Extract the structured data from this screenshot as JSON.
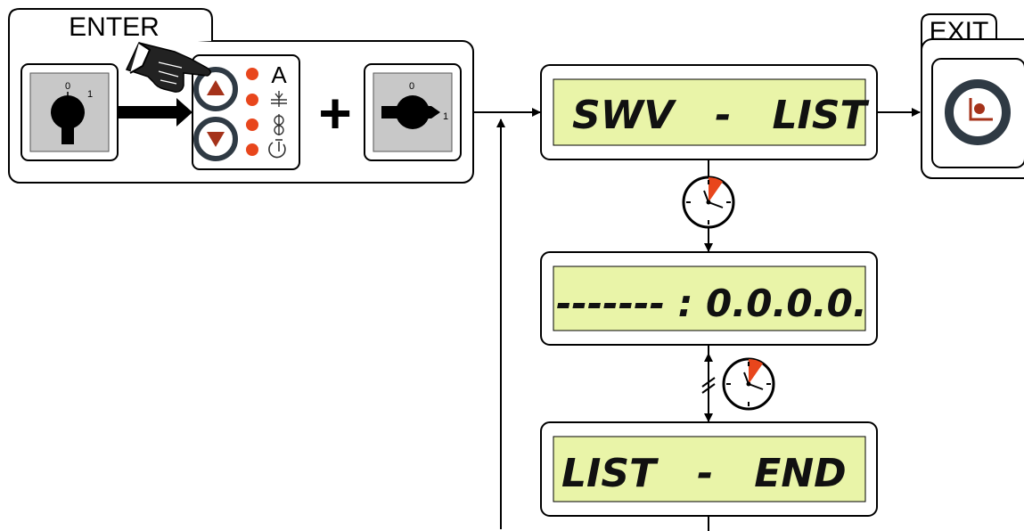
{
  "enter": {
    "label": "ENTER"
  },
  "exit": {
    "label": "EXIT"
  },
  "switch_left": {
    "pos_0": "0",
    "pos_1": "1"
  },
  "switch_right": {
    "pos_0": "0",
    "pos_1": "1"
  },
  "plus": "+",
  "indicators": {
    "current_symbol": "A"
  },
  "displays": {
    "swv_list": "SWV   -   LIST",
    "version": "------- : 0.0.0.0.",
    "list_end": "LIST   -   END"
  },
  "colors": {
    "lcd_background": "#e9f4a8",
    "led_red": "#e8461c",
    "arrow_button_red": "#a5321a",
    "button_ring": "#2f3a44",
    "switch_plate": "#c8c8c8",
    "timer_wedge": "#e8461c"
  },
  "icons": [
    "hand-pointer-icon",
    "up-arrow-icon",
    "down-arrow-icon",
    "current-icon",
    "wire-feed-icon",
    "timer-icon",
    "exit-button-icon",
    "clock-icon"
  ]
}
